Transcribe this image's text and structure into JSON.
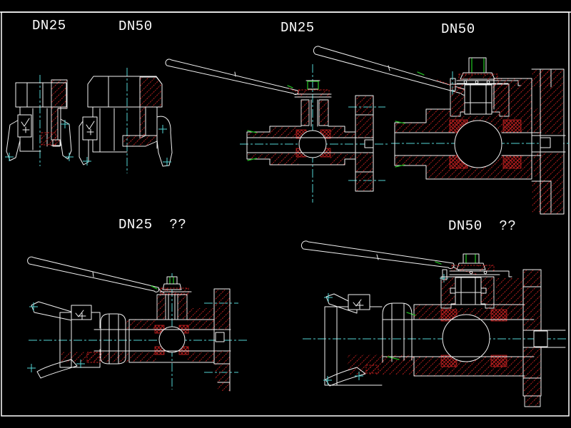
{
  "app": {
    "kind": "cad-drawing-viewport",
    "background": "#000000"
  },
  "frame": {
    "border_color": "#ffffff"
  },
  "palette": {
    "outline_white": "#f2f2f2",
    "hatch_red": "#c42020",
    "centerline_cyan": "#55d4d4",
    "accent_green": "#20b820",
    "label_text": "#ffffff"
  },
  "labels": [
    {
      "id": "dn25-coupling-label",
      "text": "DN25"
    },
    {
      "id": "dn50-coupling-label",
      "text": "DN50"
    },
    {
      "id": "dn25-valve-label",
      "text": "DN25"
    },
    {
      "id": "dn50-valve-label",
      "text": "DN50"
    },
    {
      "id": "dn25-assembly-label",
      "text": "DN25  ??"
    },
    {
      "id": "dn50-assembly-label",
      "text": "DN50  ??"
    }
  ],
  "drawings": [
    {
      "id": "dn25-hose-union",
      "description": "DN25 hose union end piece, half section with wing handles"
    },
    {
      "id": "dn50-hose-union",
      "description": "DN50 hose union end piece, half section with wing handles"
    },
    {
      "id": "dn25-ball-valve-section",
      "description": "DN25 flanged ball valve cross-section with lever handle"
    },
    {
      "id": "dn50-ball-valve-section",
      "description": "DN50 flanged ball valve cross-section with lever handle"
    },
    {
      "id": "dn25-valve-union-assembly",
      "description": "DN25 ball valve with hose coupling assembly, cross-section"
    },
    {
      "id": "dn50-valve-union-assembly",
      "description": "DN50 ball valve with hose coupling assembly, cross-section"
    }
  ]
}
